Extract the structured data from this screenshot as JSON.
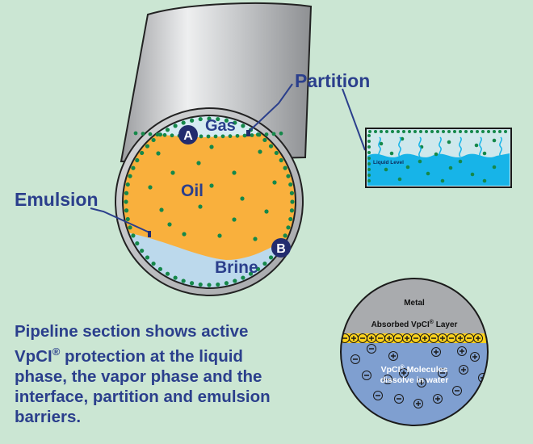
{
  "labels": {
    "gas": "Gas",
    "oil": "Oil",
    "brine": "Brine",
    "emulsion": "Emulsion",
    "partition": "Partition",
    "marker_a": "A",
    "marker_b": "B",
    "liquid_level": "Liquid Level"
  },
  "detail_circle": {
    "metal": "Metal",
    "absorbed_layer_prefix": "Absorbed VpCI",
    "absorbed_layer_suffix": " Layer",
    "molecules_prefix": "VpCI",
    "molecules_suffix": " Molecules",
    "dissolve": "dissolve in water",
    "registered": "®"
  },
  "caption": {
    "line1": "Pipeline section shows active",
    "line2_prefix": "VpCI",
    "line2_suffix": " protection at the liquid",
    "line3": "phase, the vapor phase and the",
    "line4": "interface, partition and emulsion",
    "line5": "barriers.",
    "registered": "®"
  },
  "colors": {
    "background": "#cbe6d3",
    "oil": "#f9b03d",
    "brine": "#bcd9ec",
    "gas": "#d6ebf2",
    "dots": "#15884a",
    "text_blue": "#2b3f8c",
    "pipe_gray": "#a9abae",
    "water_cyan": "#17b4e8",
    "layer_yellow": "#ffd21a",
    "water_blue": "#7f9fd0"
  }
}
